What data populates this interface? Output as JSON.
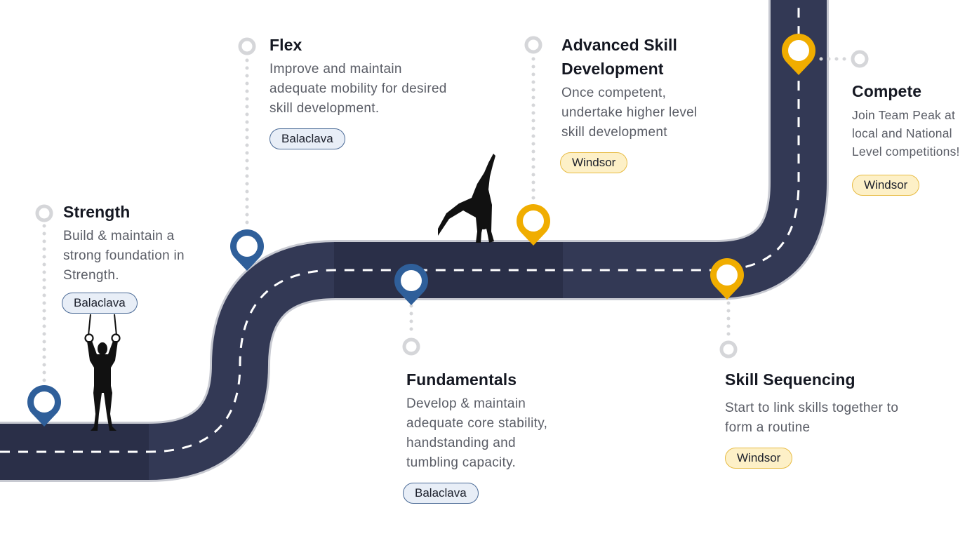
{
  "colors": {
    "road": "#333955",
    "road_edge": "#c7c9d1",
    "lane": "#ffffff",
    "pin_blue": "#2f5f9a",
    "pin_gold": "#f0ad00",
    "dot": "#d5d6d9"
  },
  "stages": [
    {
      "id": "strength",
      "title": "Strength",
      "description": "Build & maintain a strong foundation in Strength.",
      "location": "Balaclava",
      "pin_color": "blue"
    },
    {
      "id": "flex",
      "title": "Flex",
      "description": "Improve and maintain adequate mobility for desired skill development.",
      "location": "Balaclava",
      "pin_color": "blue"
    },
    {
      "id": "fundamentals",
      "title": "Fundamentals",
      "description": "Develop & maintain adequate core stability, handstanding and tumbling capacity.",
      "location": "Balaclava",
      "pin_color": "blue"
    },
    {
      "id": "advanced",
      "title": "Advanced Skill Development",
      "description": "Once competent, undertake higher level skill development",
      "location": "Windsor",
      "pin_color": "gold"
    },
    {
      "id": "sequencing",
      "title": "Skill Sequencing",
      "description": "Start to link skills together to form a routine",
      "location": "Windsor",
      "pin_color": "gold"
    },
    {
      "id": "compete",
      "title": "Compete",
      "description": "Join Team Peak at local and National Level competitions!",
      "location": "Windsor",
      "pin_color": "gold"
    }
  ],
  "figures": [
    {
      "name": "ring-gymnast-silhouette",
      "icon": "person-on-rings"
    },
    {
      "name": "cartwheel-gymnast-silhouette",
      "icon": "person-cartwheel"
    }
  ]
}
